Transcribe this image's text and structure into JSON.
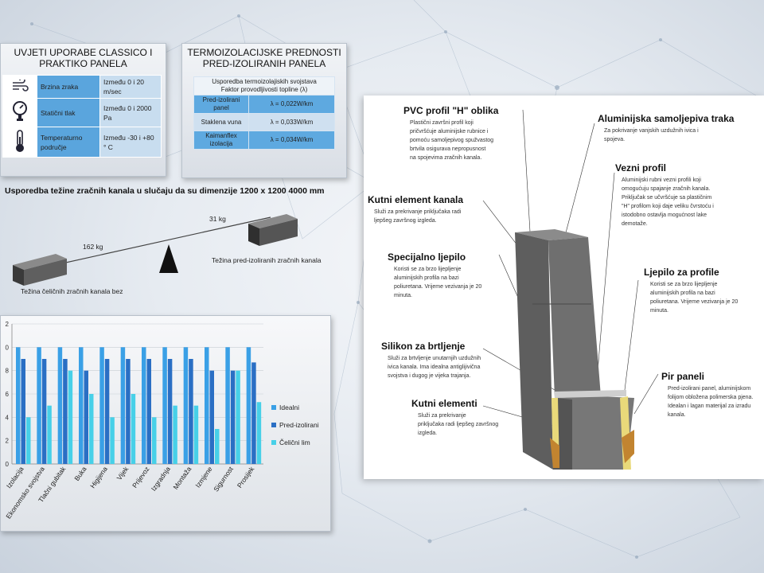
{
  "conditions": {
    "title_line1": "UVJETI UPORABE CLASSICO I",
    "title_line2": "PRAKTIKO PANELA",
    "rows": [
      {
        "icon": "wind-icon",
        "label": "Brzina zraka",
        "value": "Između 0 i 20 m/sec"
      },
      {
        "icon": "pressure-gauge-icon",
        "label": "Statični tlak",
        "value": "Između 0 i 2000 Pa"
      },
      {
        "icon": "thermometer-icon",
        "label": "Temperaturno područje",
        "value": "Između -30 i +80 °  C"
      }
    ]
  },
  "thermal": {
    "title_line1": "TERMOIZOLACIJSKE PREDNOSTI",
    "title_line2": "PRED-IZOLIRANIH PANELA",
    "header_line1": "Usporedba termoizolajiskih svojstava",
    "header_line2": "Faktor provodljivosti topline (λ)",
    "rows": [
      {
        "material": "Pred-izolirani panel",
        "value": "λ = 0,022W/km"
      },
      {
        "material": "Staklena vuna",
        "value": "λ = 0,033W/km"
      },
      {
        "material": "Kaimanflex izolacija",
        "value": "λ = 0,034W/km"
      }
    ]
  },
  "weight": {
    "heading": "Usporedba težine zračnih kanala u slučaju da su dimenzije 1200 x 1200 4000 mm",
    "steel_weight": "162 kg",
    "preinsulated_weight": "31 kg",
    "steel_caption": "Težina čeličnih zračnih kanala bez",
    "preinsulated_caption": "Težina pred-izoliranih zračnih kanala"
  },
  "chart_data": {
    "type": "bar",
    "categories": [
      "Izolacija",
      "Ekonomsko svojstva",
      "Tlačni gubitak",
      "Buka",
      "Higijena",
      "Vijek",
      "Prijevoz",
      "Izgradnja",
      "Montaža",
      "Izmjene",
      "Sigurnost",
      "Prosijek"
    ],
    "series": [
      {
        "name": "Idealni",
        "color": "#3aa0e6",
        "values": [
          10,
          10,
          10,
          10,
          10,
          10,
          10,
          10,
          10,
          10,
          10,
          10
        ]
      },
      {
        "name": "Pred-izolirani",
        "color": "#2a6fc4",
        "values": [
          9,
          9,
          9,
          8,
          9,
          9,
          9,
          9,
          9,
          8,
          8,
          8.7
        ]
      },
      {
        "name": "Čelični lim",
        "color": "#47d0e8",
        "values": [
          4,
          5,
          8,
          6,
          4,
          6,
          4,
          5,
          5,
          3,
          8,
          5.3
        ]
      }
    ],
    "yticks": [
      "0",
      "2",
      "4",
      "6",
      "8",
      "0",
      "2"
    ],
    "ylim": [
      0,
      12
    ]
  },
  "duct_labels": [
    {
      "title": "PVC profil \"H\" oblika",
      "desc": [
        "Plastični završni profil koji",
        "pričvršćuje aluminijske rubnice i",
        "pomoću samoljepivog spužvastog",
        "brtvila osigurava nepropusnost",
        "na spojevima zračnih kanala."
      ]
    },
    {
      "title": "Aluminijska samoljepiva traka",
      "desc": [
        "Za pokrivanje vanjskih uzdužnih ivica i",
        "spojeva."
      ]
    },
    {
      "title": "Vezni profil",
      "desc": [
        "Aluminijski rubni vezni profili koji",
        "omogućuju spajanje zračnih kanala.",
        "Priključak se učvršćuje sa plastičnim",
        "\"H\" profilom koji daje veliku čvrstoću i",
        "istodobno ostavlja mogućnost lake",
        "demotaže."
      ]
    },
    {
      "title": "Kutni element kanala",
      "desc": [
        "Služi za prekrivanje priključaka radi",
        "ljepšeg završnog izgleda."
      ]
    },
    {
      "title": "Specijalno ljepilo",
      "desc": [
        "Koristi se za brzo lijepljenje",
        "aluminijskih profila na bazi",
        "poliuretana. Vrijeme vezivanja je 20",
        "minuta."
      ]
    },
    {
      "title": "Ljepilo za profile",
      "desc": [
        "Koristi se za brzo lijepljenje",
        "aluminijskih profila na bazi",
        "poliuretana. Vrijeme vezivanja je 20",
        "minuta."
      ]
    },
    {
      "title": "Silikon za brtljenje",
      "desc": [
        "Služi za brtvljenje unutarnjih uzdužnih",
        "ivica kanala. Ima idealna antiglijivična",
        "svojstva i dugog je vijeka trajanja."
      ]
    },
    {
      "title": "Kutni elementi",
      "desc": [
        "Služi za prekrivanje",
        "priključaka radi ljepšeg završnog",
        "izgleda."
      ]
    },
    {
      "title": "Pir paneli",
      "desc": [
        "Pred-izolirani panel, aluminijskom",
        "folijom obložena polimerska pjena.",
        "Idealan i lagan materijal za izradu",
        "kanala."
      ]
    }
  ]
}
